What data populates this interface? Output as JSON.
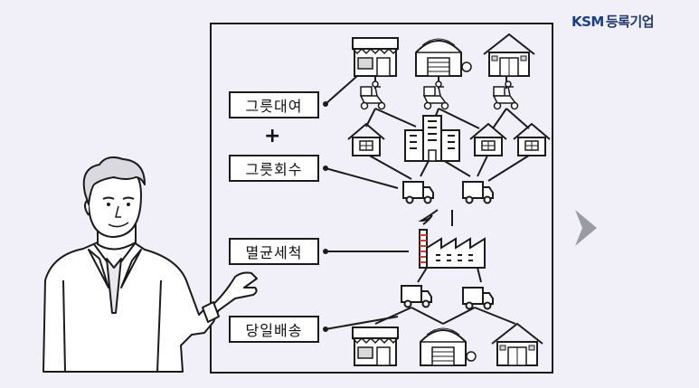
{
  "brand": {
    "name": "KSM",
    "suffix": "등록기업"
  },
  "steps": [
    {
      "label": "그릇대여"
    },
    {
      "label": "그릇회수"
    },
    {
      "label": "멸균세척"
    },
    {
      "label": "당일배송"
    }
  ],
  "connector": "+",
  "icons": {
    "shop": "shop-icon",
    "warehouse": "warehouse-icon",
    "house": "house-icon",
    "office": "office-building-icon",
    "truck": "delivery-truck-icon",
    "factory": "factory-icon",
    "next": "arrow-right-icon"
  },
  "colors": {
    "brand": "#1a3f86",
    "line": "#1b1b1b",
    "background": "#f1eff8"
  }
}
